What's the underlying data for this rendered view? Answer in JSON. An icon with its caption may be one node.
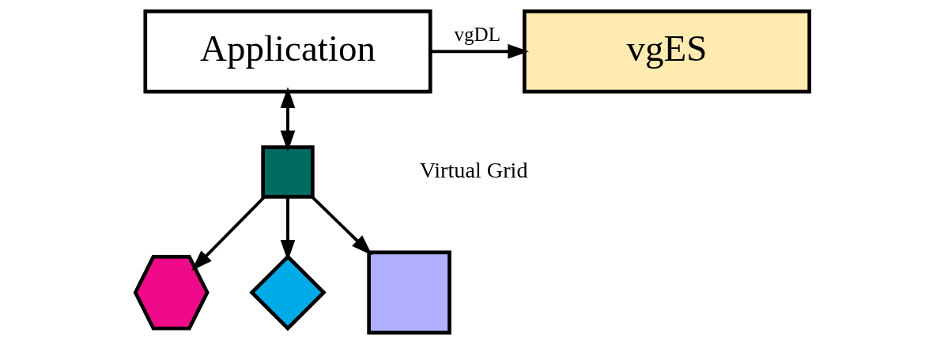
{
  "diagram": {
    "nodes": [
      {
        "text": [
          "Application"
        ]
      },
      {
        "text": [
          "vgES"
        ]
      },
      {
        "text": [],
        "shape": "cross"
      },
      {
        "text": [],
        "shape": "hexagon"
      },
      {
        "text": [],
        "shape": "diamond"
      },
      {
        "text": [],
        "shape": "box"
      }
    ],
    "edges": [
      {
        "from": 0,
        "to": 1,
        "arrow": "to",
        "label": "vgDL"
      },
      {
        "from": 0,
        "to": 2,
        "arrow": "both"
      },
      {
        "from": 2,
        "to": 3,
        "arrow": "to"
      },
      {
        "from": 2,
        "to": 4,
        "arrow": "to"
      },
      {
        "from": 2,
        "to": 5,
        "arrow": "to"
      }
    ],
    "labels": [
      "Virtual Grid"
    ]
  }
}
